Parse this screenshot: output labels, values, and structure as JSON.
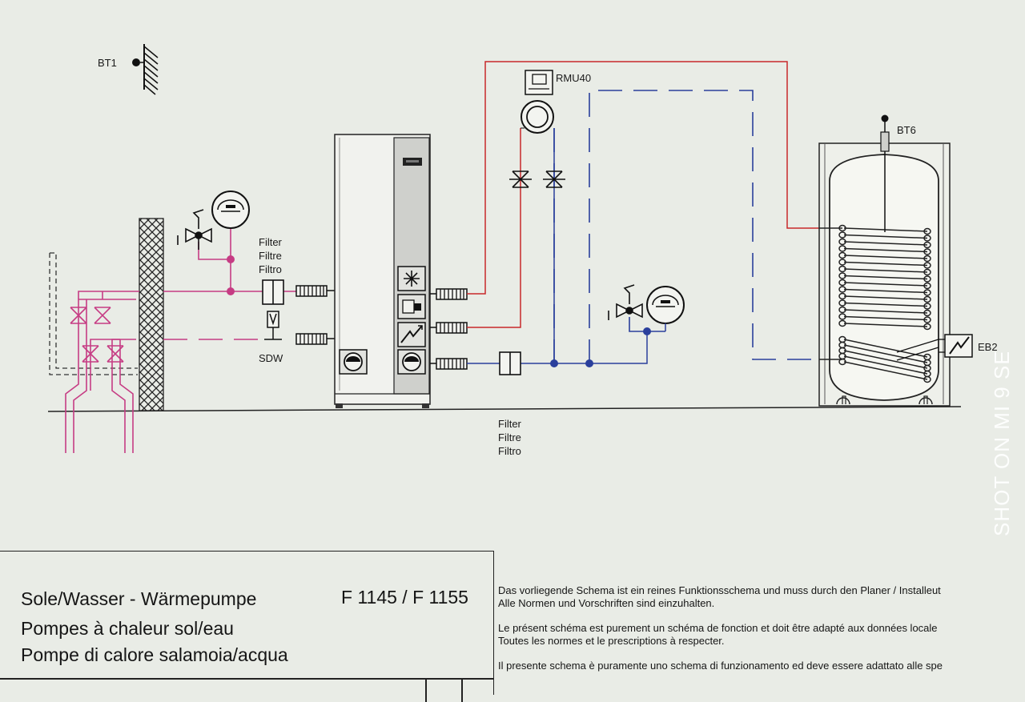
{
  "labels": {
    "bt1": "BT1",
    "rmu40": "RMU40",
    "bt6": "BT6",
    "eb2": "EB2",
    "sdw": "SDW",
    "filter_upper": [
      "Filter",
      "Filtre",
      "Filtro"
    ],
    "filter_lower": [
      "Filter",
      "Filtre",
      "Filtro"
    ]
  },
  "title_block": {
    "line_de": "Sole/Wasser - Wärmepumpe",
    "line_fr": "Pompes à chaleur sol/eau",
    "line_it": "Pompe di calore salamoia/acqua",
    "model": "F 1145 / F 1155"
  },
  "notes": {
    "de_1": "Das vorliegende Schema ist ein reines Funktionsschema und muss durch den Planer / Installeut",
    "de_2": "Alle Normen und Vorschriften sind einzuhalten.",
    "fr_1": "Le présent schéma est purement un schéma de fonction et doit être adapté aux données locale",
    "fr_2": "Toutes les normes et le prescriptions à respecter.",
    "it_1": "Il presente schema è puramente uno schema di funzionamento ed deve essere adattato alle spe"
  },
  "watermark": "SHOT ON MI 9 SE",
  "colors": {
    "brine": "#c63c84",
    "heating": "#c8282a",
    "return": "#2a3f9c",
    "ink": "#1a1a1a"
  }
}
